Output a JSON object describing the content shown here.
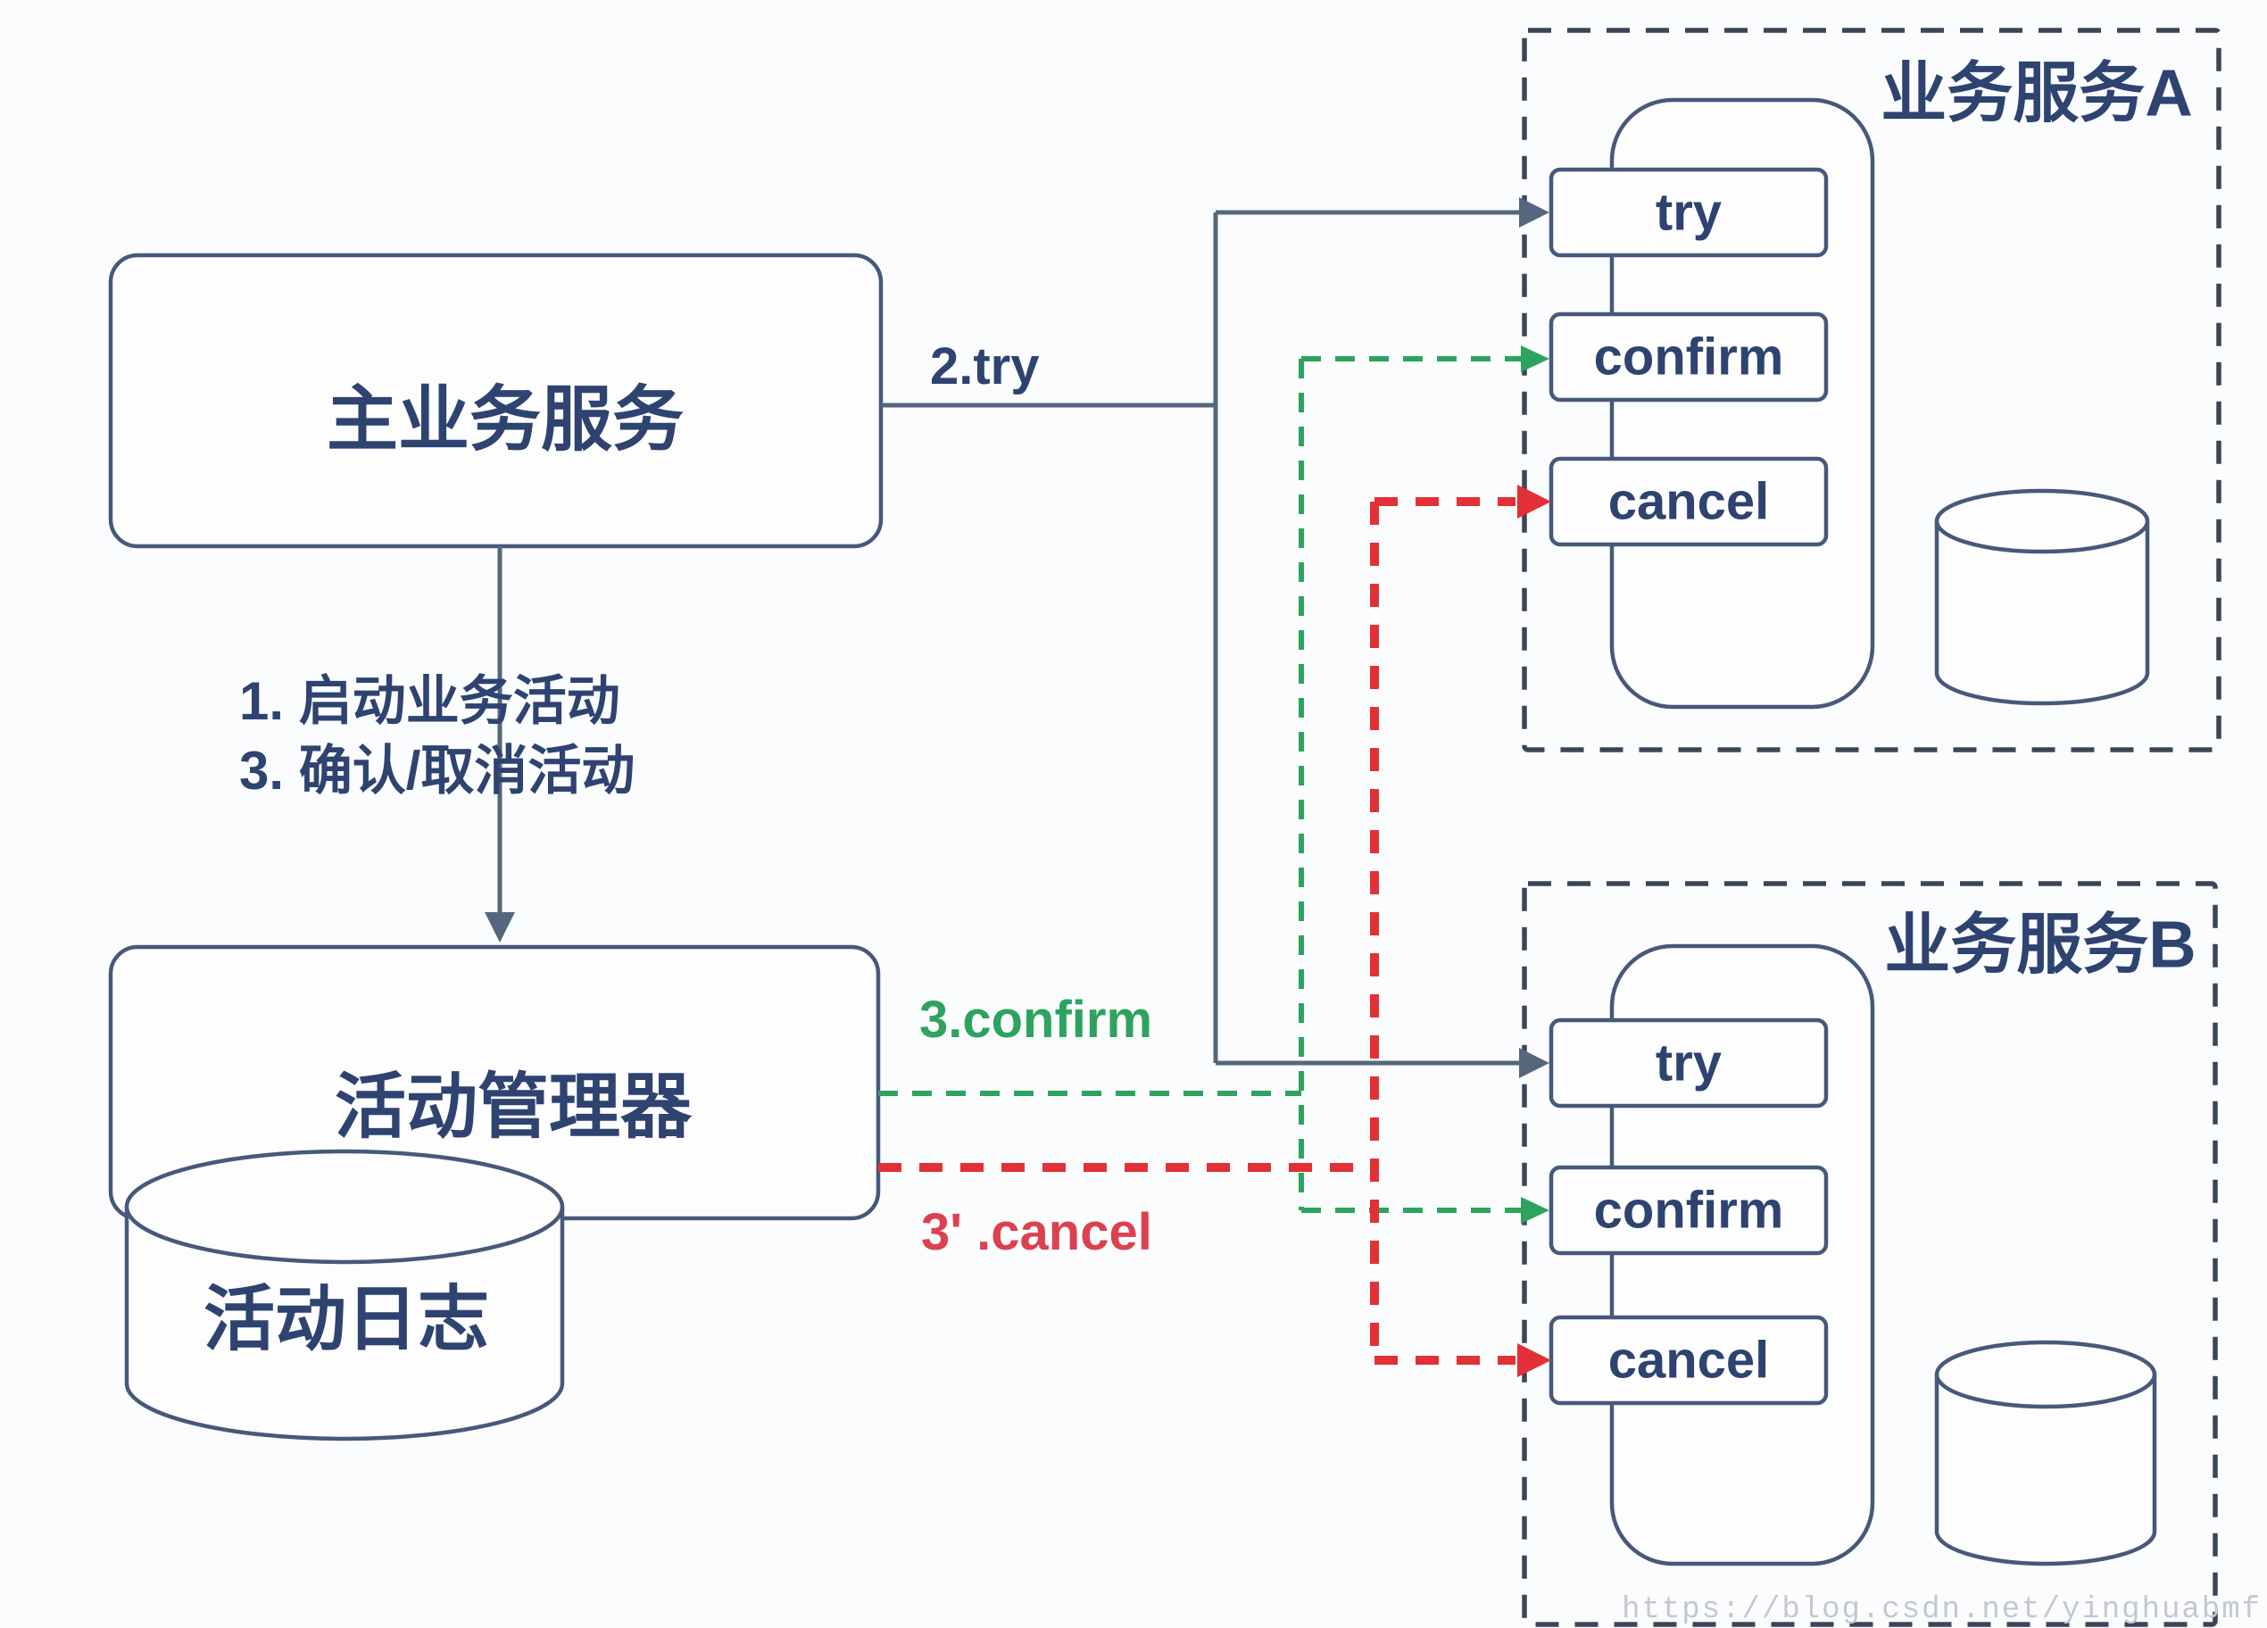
{
  "colors": {
    "bg": "#fbfcfd",
    "fill": "#fdfdfe",
    "stroke": "#54677d",
    "box_stroke": "#47597a",
    "dash_border": "#3b4557",
    "navy_text": "#2e4370",
    "green": "#2ea35f",
    "red": "#e23136",
    "red_text": "#dc4150",
    "watermark": "#c4c8ce"
  },
  "main_service": {
    "label": "主业务服务"
  },
  "activity_manager": {
    "label": "活动管理器"
  },
  "activity_log": {
    "label": "活动日志"
  },
  "annotations": {
    "step_1_3": [
      "1. 启动业务活动",
      "3. 确认/取消活动"
    ],
    "try_edge": "2.try",
    "confirm_edge": "3.confirm",
    "cancel_edge": "3' .cancel"
  },
  "services": {
    "a": {
      "title": "业务服务A",
      "ops": [
        "try",
        "confirm",
        "cancel"
      ]
    },
    "b": {
      "title": "业务服务B",
      "ops": [
        "try",
        "confirm",
        "cancel"
      ]
    }
  },
  "watermark": "https://blog.csdn.net/yinghuabmf"
}
